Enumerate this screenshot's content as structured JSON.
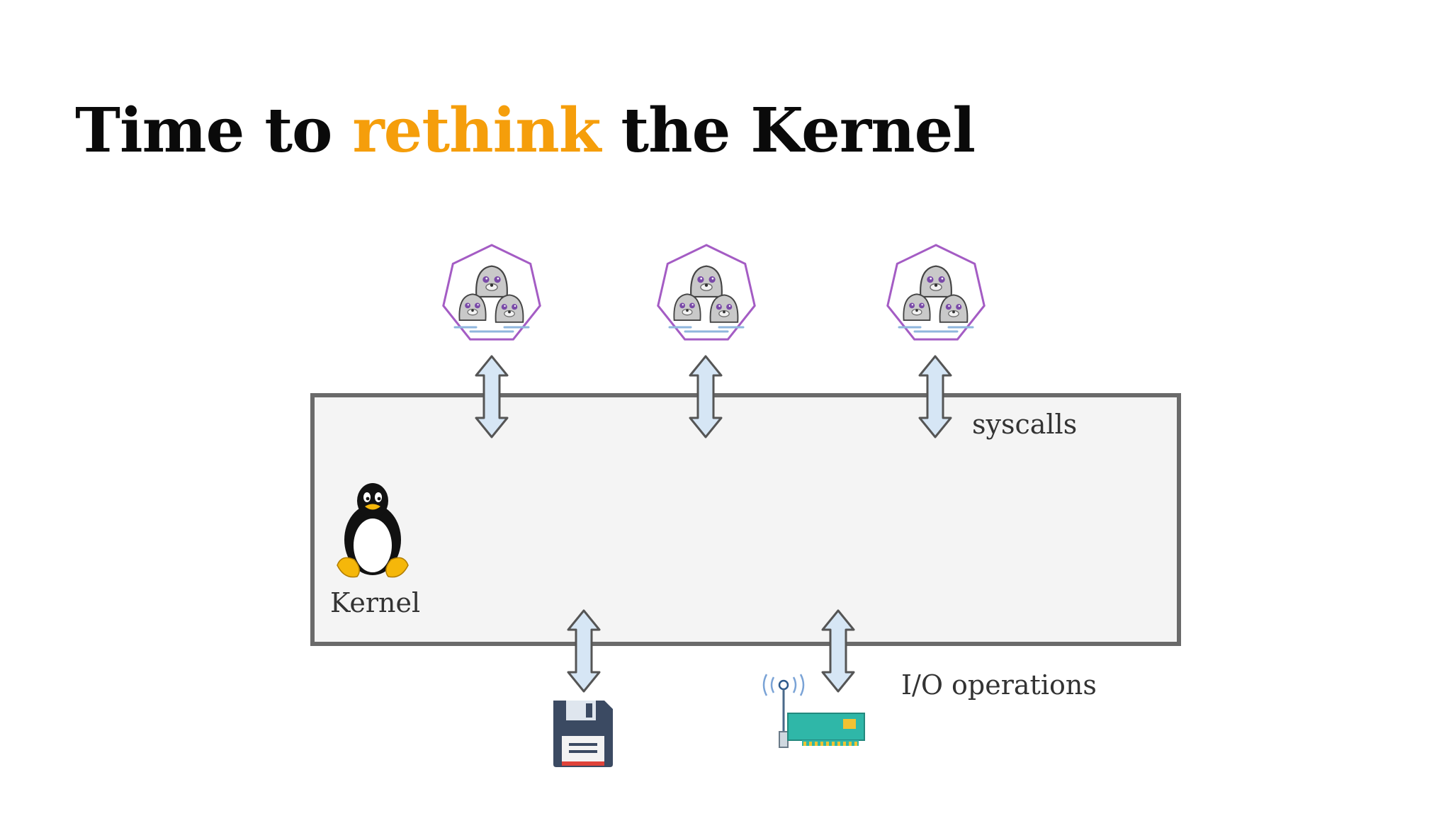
{
  "slide": {
    "title_prefix": "Time to ",
    "title_accent": "rethink",
    "title_suffix": " the Kernel",
    "accent_color": "#f59e0b"
  },
  "diagram": {
    "kernel_label": "Kernel",
    "syscalls_label": "syscalls",
    "io_label": "I/O operations",
    "app_icon": "seal-group-heptagon-icon",
    "kernel_icon": "linux-penguin-icon",
    "storage_icon": "floppy-disk-icon",
    "network_icon": "network-card-icon",
    "arrow_fill": "#d6e6f5",
    "arrow_stroke": "#555555",
    "box_border": "#6a6a6a",
    "box_fill": "#f4f4f4"
  }
}
